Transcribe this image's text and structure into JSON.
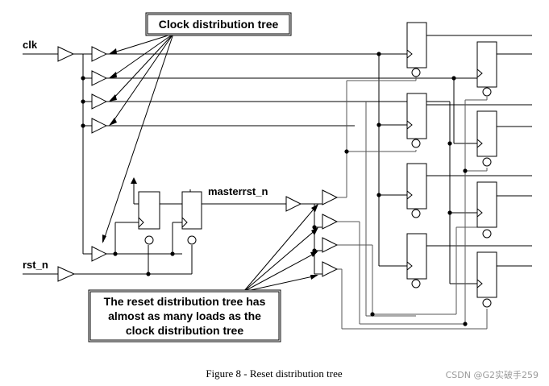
{
  "signals": {
    "clk": "clk",
    "rst_n": "rst_n",
    "masterrst_n": "masterrst_n"
  },
  "callouts": {
    "clock_tree": "Clock distribution tree",
    "reset_tree_lines": [
      "The reset distribution tree has",
      "almost as many loads as the",
      "clock distribution tree"
    ]
  },
  "caption": "Figure 8 - Reset distribution tree",
  "watermark": "CSDN @G2实破手259",
  "colors": {
    "line": "#000000",
    "gray_wire": "#7a7a7a",
    "background": "#ffffff"
  }
}
